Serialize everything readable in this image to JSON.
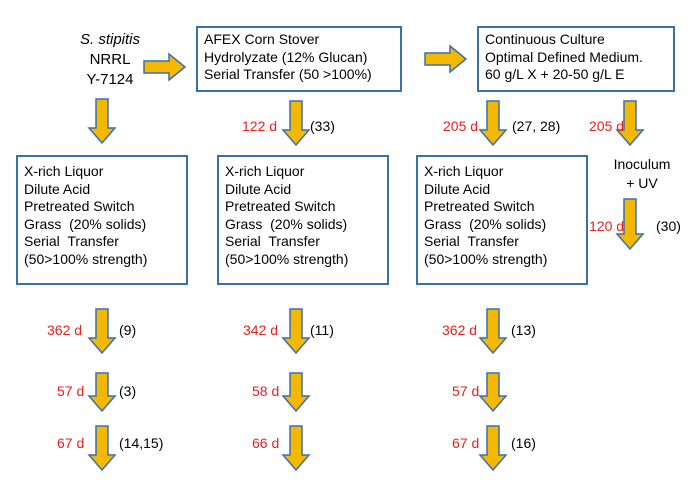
{
  "colors": {
    "arrow_fill": "#f5b800",
    "arrow_stroke": "#3a6fb0",
    "box_border": "#3a6fb0",
    "time_text": "#e8211f"
  },
  "strain": {
    "genus": "S. stipitis",
    "line2": "NRRL",
    "line3": "Y-7124"
  },
  "afex_box": {
    "lines": [
      "AFEX Corn Stover",
      "Hydrolyzate (12% Glucan)",
      "Serial Transfer (50 >100%)"
    ]
  },
  "continuous_box": {
    "lines": [
      "Continuous Culture",
      "Optimal Defined Medium.",
      "60 g/L X + 20-50 g/L E"
    ]
  },
  "xrich_box": {
    "lines": [
      "X-rich Liquor",
      "Dilute Acid",
      "Pretreated Switch",
      "Grass  (20% solids)",
      "Serial  Transfer",
      "(50>100% strength)"
    ]
  },
  "inoculum": {
    "line1": "Inoculum",
    "line2": "+ UV"
  },
  "steps": {
    "col2_top": {
      "time": "122 d",
      "ref": "(33)"
    },
    "col3_top": {
      "time": "205 d",
      "ref": "(27, 28)"
    },
    "col4_top": {
      "time": "205 d",
      "ref": ""
    },
    "col4_mid": {
      "time": "120 d",
      "ref": "(30)"
    },
    "col1_r1": {
      "time": "362 d",
      "ref": "(9)"
    },
    "col1_r2": {
      "time": "57 d",
      "ref": "(3)"
    },
    "col1_r3": {
      "time": "67 d",
      "ref": "(14,15)"
    },
    "col2_r1": {
      "time": "342 d",
      "ref": "(11)"
    },
    "col2_r2": {
      "time": "58 d",
      "ref": ""
    },
    "col2_r3": {
      "time": "66 d",
      "ref": ""
    },
    "col3_r1": {
      "time": "362 d",
      "ref": "(13)"
    },
    "col3_r2": {
      "time": "57 d",
      "ref": ""
    },
    "col3_r3": {
      "time": "67 d",
      "ref": "(16)"
    }
  }
}
